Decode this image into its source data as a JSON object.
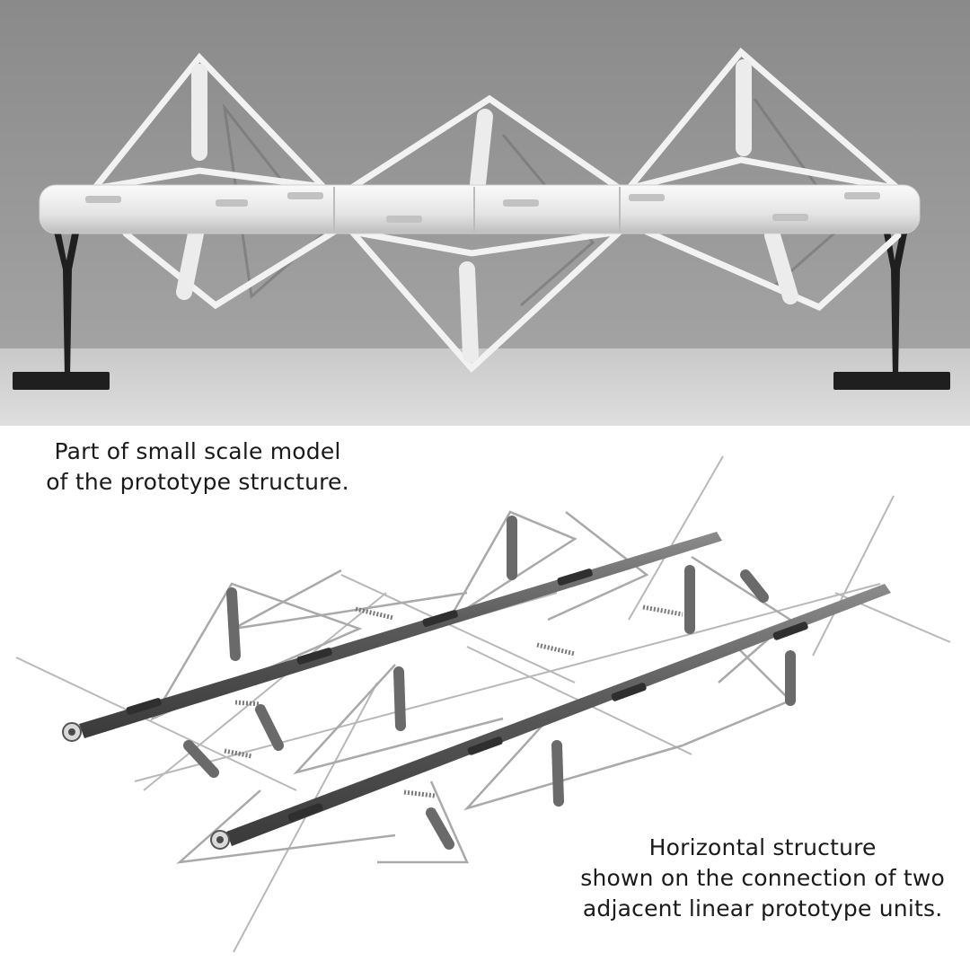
{
  "figure": {
    "photo_caption": [
      "Part of small scale model",
      "of the prototype structure."
    ],
    "render_caption": [
      "Horizontal structure",
      "shown on the connection of two",
      "adjacent linear prototype units."
    ]
  }
}
